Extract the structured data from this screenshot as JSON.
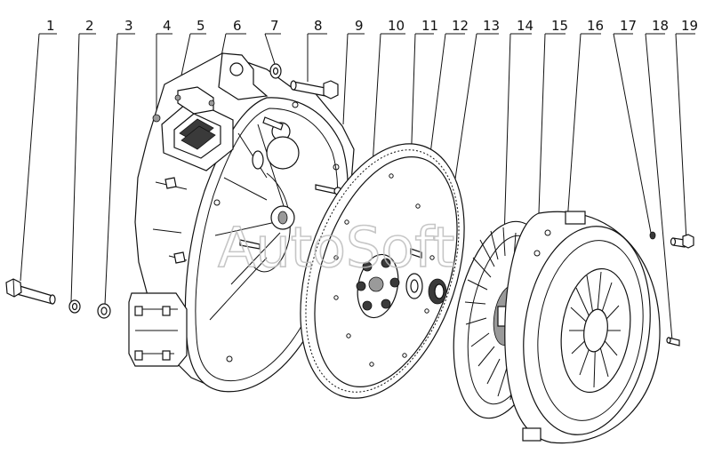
{
  "diagram": {
    "callouts": [
      "1",
      "2",
      "3",
      "4",
      "5",
      "6",
      "7",
      "8",
      "9",
      "10",
      "11",
      "12",
      "13",
      "14",
      "15",
      "16",
      "17",
      "18",
      "19"
    ],
    "watermark": "AutoSoft"
  }
}
